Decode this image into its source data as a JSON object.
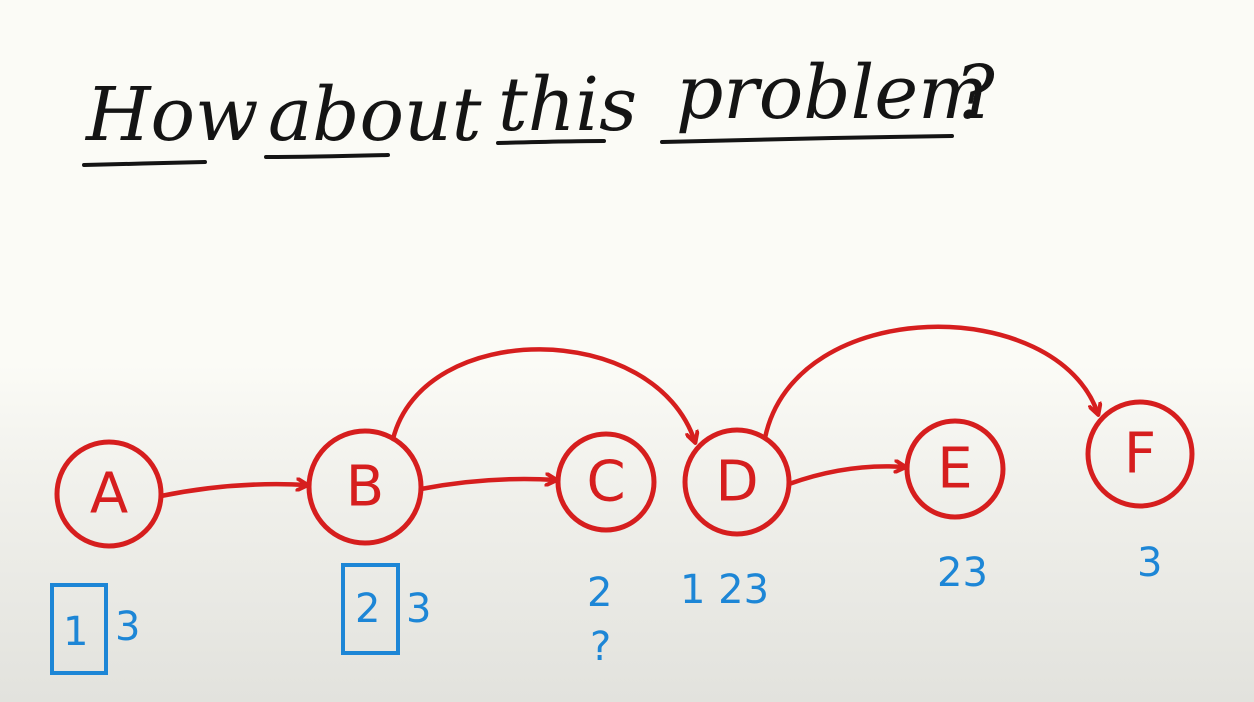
{
  "title": {
    "words": [
      "How",
      "about",
      "this",
      "problem",
      "?"
    ]
  },
  "colors": {
    "ink": "#141414",
    "graph": "#d61e1e",
    "annotation": "#1d86d6",
    "board": "#fbfbf6"
  },
  "graph": {
    "nodes": [
      {
        "id": "A",
        "label": "A"
      },
      {
        "id": "B",
        "label": "B"
      },
      {
        "id": "C",
        "label": "C"
      },
      {
        "id": "D",
        "label": "D"
      },
      {
        "id": "E",
        "label": "E"
      },
      {
        "id": "F",
        "label": "F"
      }
    ],
    "edges": [
      {
        "from": "A",
        "to": "B"
      },
      {
        "from": "B",
        "to": "C"
      },
      {
        "from": "B",
        "to": "D"
      },
      {
        "from": "D",
        "to": "E"
      },
      {
        "from": "D",
        "to": "F"
      }
    ]
  },
  "annotations": {
    "A": {
      "boxed": "1",
      "rest": "3"
    },
    "B": {
      "boxed": "2",
      "rest": "3"
    },
    "C": {
      "line1": "2",
      "line2": "?"
    },
    "D": {
      "text": "1 23"
    },
    "E": {
      "text": "23"
    },
    "F": {
      "text": "3"
    }
  }
}
